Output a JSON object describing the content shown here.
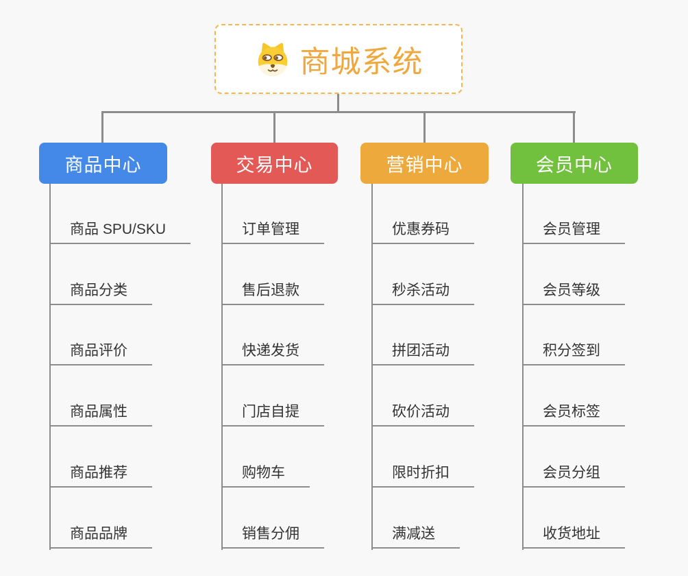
{
  "root": {
    "title": "商城系统",
    "icon": "shiba-dog-icon",
    "accent_color": "#efa83e",
    "border_color": "#f3b74d"
  },
  "branches": [
    {
      "label": "商品中心",
      "color": "#4489e8",
      "items": [
        "商品 SPU/SKU",
        "商品分类",
        "商品评价",
        "商品属性",
        "商品推荐",
        "商品品牌"
      ]
    },
    {
      "label": "交易中心",
      "color": "#e25955",
      "items": [
        "订单管理",
        "售后退款",
        "快递发货",
        "门店自提",
        "购物车",
        "销售分佣"
      ]
    },
    {
      "label": "营销中心",
      "color": "#eda93c",
      "items": [
        "优惠券码",
        "秒杀活动",
        "拼团活动",
        "砍价活动",
        "限时折扣",
        "满减送"
      ]
    },
    {
      "label": "会员中心",
      "color": "#72c13e",
      "items": [
        "会员管理",
        "会员等级",
        "积分签到",
        "会员标签",
        "会员分组",
        "收货地址"
      ]
    }
  ],
  "colors": {
    "background": "#f8f8f8",
    "connector": "#8c8c8c",
    "leaf_text": "#333333"
  }
}
